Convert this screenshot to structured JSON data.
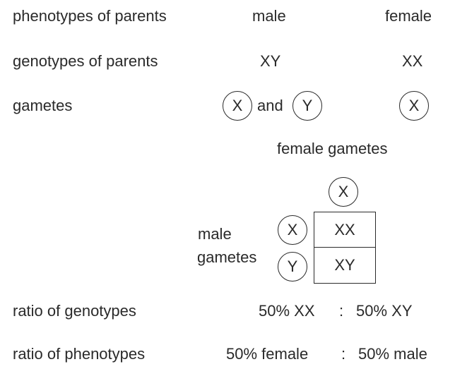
{
  "rows": {
    "phenotypes_label": "phenotypes of parents",
    "genotypes_label": "genotypes of parents",
    "gametes_label": "gametes",
    "ratio_genotypes_label": "ratio of genotypes",
    "ratio_phenotypes_label": "ratio of phenotypes"
  },
  "parents": {
    "male_phenotype": "male",
    "female_phenotype": "female",
    "male_genotype": "XY",
    "female_genotype": "XX",
    "male_gamete_1": "X",
    "gamete_connector": "and",
    "male_gamete_2": "Y",
    "female_gamete": "X"
  },
  "punnett": {
    "female_gametes_label": "female gametes",
    "female_gamete": "X",
    "male_gametes_label_line1": "male",
    "male_gametes_label_line2": "gametes",
    "male_gamete_1": "X",
    "male_gamete_2": "Y",
    "offspring_1": "XX",
    "offspring_2": "XY"
  },
  "ratios": {
    "genotype_left": "50% XX",
    "genotype_sep": ":",
    "genotype_right": "50% XY",
    "phenotype_left": "50% female",
    "phenotype_sep": ":",
    "phenotype_right": "50% male"
  }
}
